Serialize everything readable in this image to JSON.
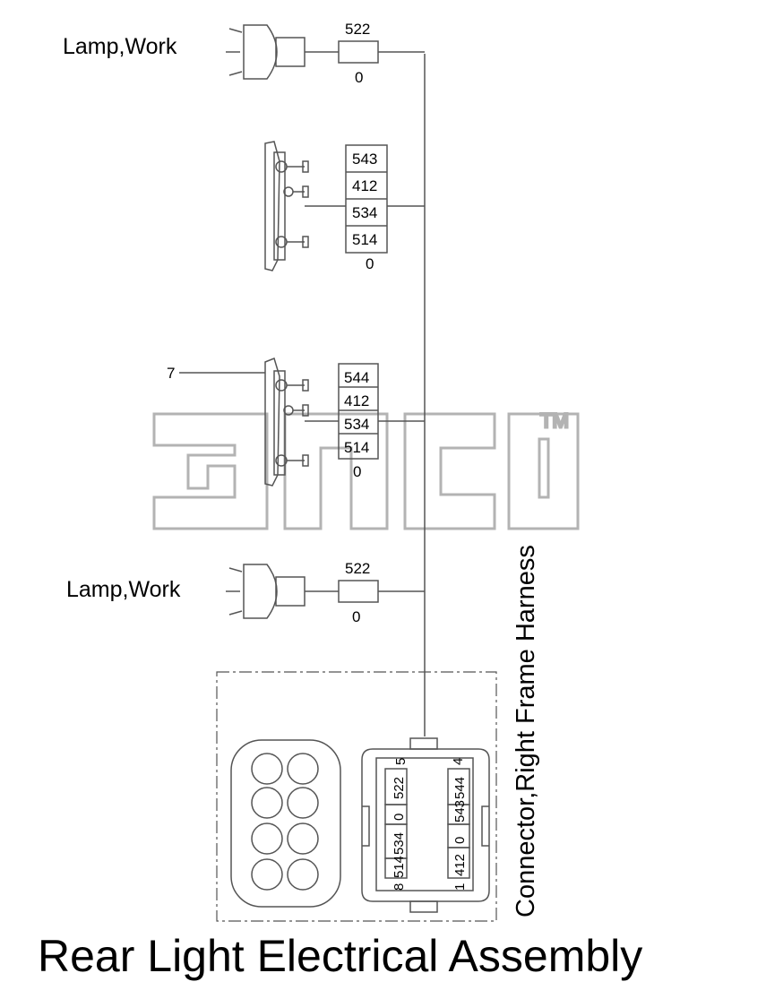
{
  "title": "Rear Light Electrical Assembly",
  "harness_label": "Connector,Right Frame Harness",
  "watermark": {
    "text": "TM",
    "color": "#b3b3b3"
  },
  "components": {
    "top_work_lamp": {
      "label": "Lamp,Work",
      "wire": "522",
      "ground": "0"
    },
    "upper_tail_lamp": {
      "wires": [
        "543",
        "412",
        "534",
        "514"
      ],
      "ground": "0"
    },
    "lower_tail_lamp": {
      "callout": "7",
      "wires": [
        "544",
        "412",
        "534",
        "514"
      ],
      "ground": "0"
    }
  },
  "bottom_work_lamp": {
    "label": "Lamp,Work",
    "wire": "522",
    "ground": "0"
  },
  "connector": {
    "left_col_cavities": [
      "522",
      "0",
      "534",
      "514"
    ],
    "right_col_cavities": [
      "544",
      "543",
      "0",
      "412"
    ],
    "pin_top_left": "5",
    "pin_top_right": "4",
    "pin_bottom_left": "8",
    "pin_bottom_right": "1"
  },
  "colors": {
    "line": "#555555",
    "text": "#000000",
    "watermark": "#b3b3b3"
  }
}
